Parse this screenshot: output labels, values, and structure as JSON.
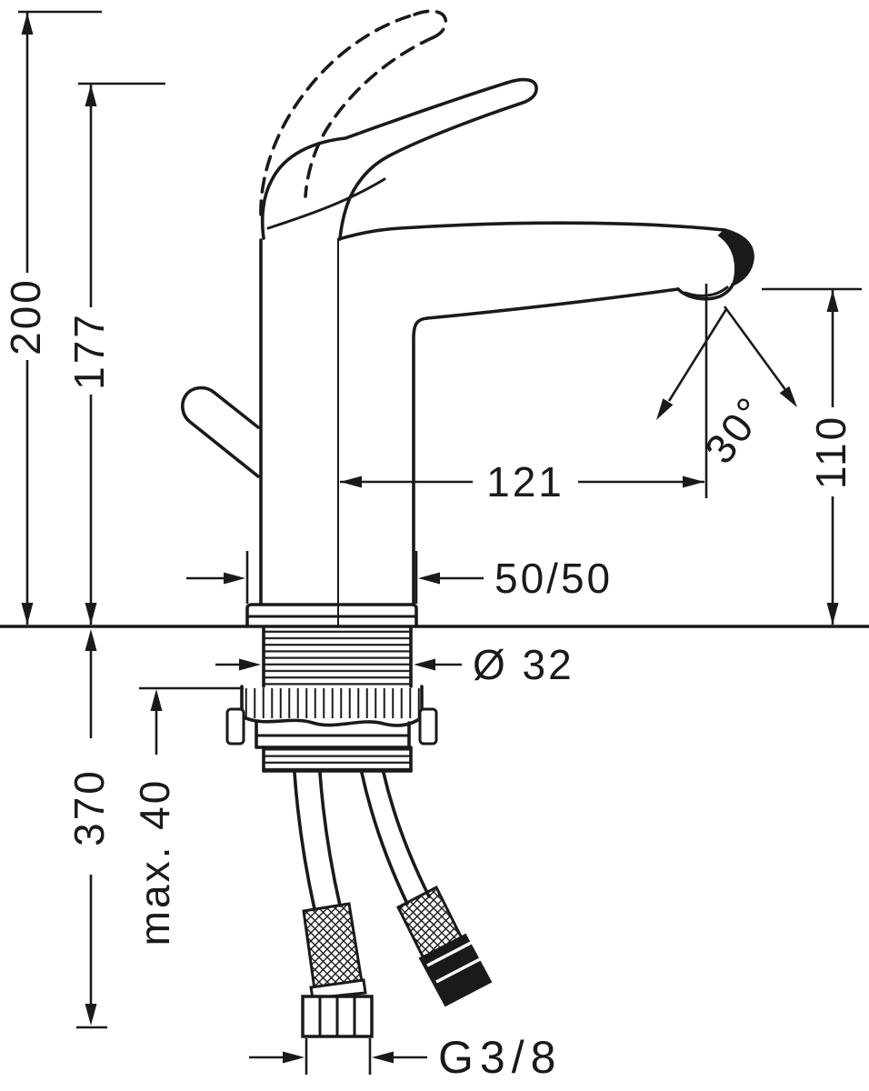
{
  "colors": {
    "ink": "#1a1a1a",
    "background": "#ffffff"
  },
  "dimension_labels": {
    "total_height": "200",
    "handle_height": "177",
    "spout_height": "110",
    "spout_reach": "121",
    "base_plate": "50/50",
    "hole_diameter": "Ø 32",
    "stream_angle": "30°",
    "max_mounting_thickness": "max. 40",
    "hose_length_below_deck": "370",
    "connection_thread": "G3/8"
  }
}
